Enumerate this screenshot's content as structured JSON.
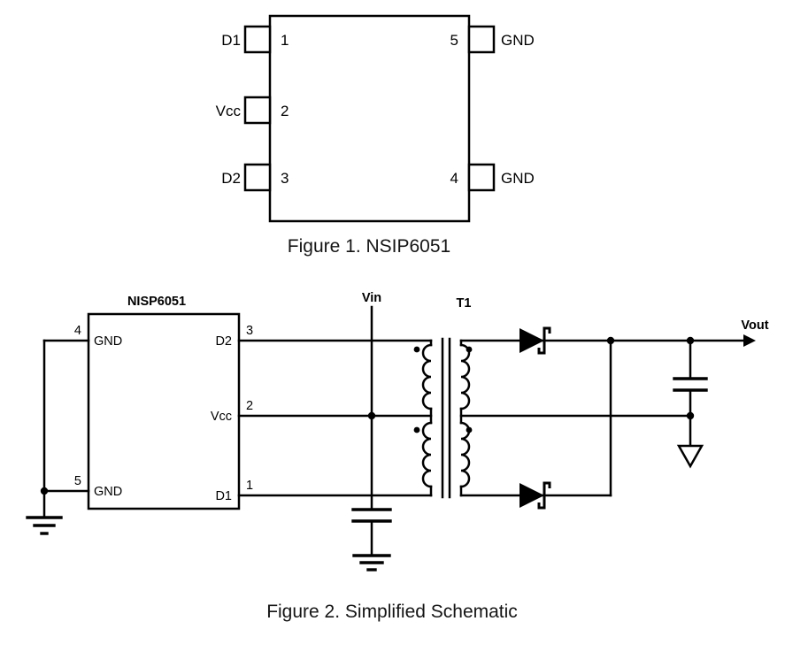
{
  "page": {
    "background": "#ffffff",
    "line_color": "#000000"
  },
  "figure1": {
    "caption": "Figure 1. NSIP6051",
    "left_pins": [
      {
        "label": "D1",
        "number": "1"
      },
      {
        "label": "Vcc",
        "number": "2"
      },
      {
        "label": "D2",
        "number": "3"
      }
    ],
    "right_pins": [
      {
        "label": "GND",
        "number": "5"
      },
      {
        "label": "GND",
        "number": "4"
      }
    ]
  },
  "figure2": {
    "caption": "Figure 2. Simplified Schematic",
    "ic_label": "NISP6051",
    "left_pins": [
      {
        "number": "4",
        "label": "GND"
      },
      {
        "number": "5",
        "label": "GND"
      }
    ],
    "right_pins": [
      {
        "number": "3",
        "label": "D2"
      },
      {
        "number": "2",
        "label": "Vcc"
      },
      {
        "number": "1",
        "label": "D1"
      }
    ],
    "labels": {
      "vin": "Vin",
      "transformer": "T1",
      "vout": "Vout"
    }
  }
}
